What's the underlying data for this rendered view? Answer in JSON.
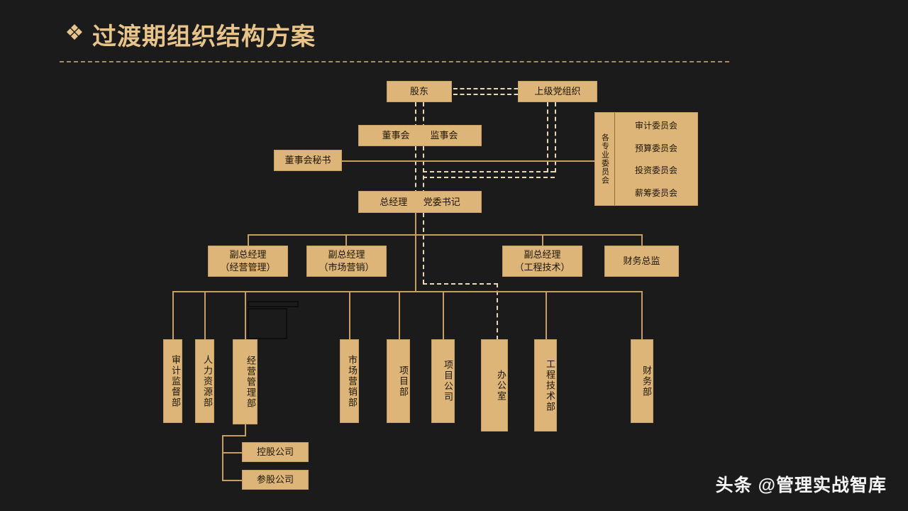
{
  "header": {
    "bullet_icon": "diamond-cluster-icon",
    "bullet_glyph": "❖",
    "title": "过渡期组织结构方案"
  },
  "colors": {
    "background": "#1b1b1b",
    "node_fill": "#ddb578",
    "node_border": "#c79e62",
    "accent_gold": "#e8c48a",
    "line_solid": "#c79e62",
    "line_dashed": "#e8d7b4",
    "text_dark": "#1d1608",
    "watermark": "#f4f4f4"
  },
  "nodes": {
    "shareholders": "股东",
    "superior_party_org": "上级党组织",
    "board_of_directors": "董事会",
    "supervisory_board": "监事会",
    "board_secretary": "董事会秘书",
    "general_manager": "总经理",
    "party_secretary": "党委书记",
    "vp_operations_l1": "副总经理",
    "vp_operations_l2": "（经营管理）",
    "vp_marketing_l1": "副总经理",
    "vp_marketing_l2": "（市场营销）",
    "vp_engineering_l1": "副总经理",
    "vp_engineering_l2": "（工程技术）",
    "cfo": "财务总监",
    "dept_audit": "审计监督部",
    "dept_hr": "人力资源部",
    "dept_operations": "经营管理部",
    "dept_marketing": "市场营销部",
    "dept_project": "项目部",
    "project_company": "项目公司",
    "dept_office": "办公室",
    "dept_engineering": "工程技术部",
    "dept_finance": "财务部",
    "holding_company": "控股公司",
    "equity_company": "参股公司"
  },
  "committees": {
    "group_label": "各专业委员会",
    "items": [
      "审计委员会",
      "预算委员会",
      "投资委员会",
      "薪筹委员会"
    ]
  },
  "watermark": {
    "brand": "头条",
    "handle": "@管理实战智库"
  },
  "chart_data": {
    "type": "table",
    "title": "过渡期组织结构方案",
    "levels": [
      {
        "level": 1,
        "nodes": [
          "股东",
          "上级党组织"
        ]
      },
      {
        "level": 2,
        "nodes": [
          "董事会",
          "监事会",
          "各专业委员会"
        ]
      },
      {
        "level": 3,
        "nodes": [
          "董事会秘书"
        ]
      },
      {
        "level": 4,
        "nodes": [
          "总经理",
          "党委书记"
        ]
      },
      {
        "level": 5,
        "nodes": [
          "副总经理（经营管理）",
          "副总经理（市场营销）",
          "副总经理（工程技术）",
          "财务总监"
        ]
      },
      {
        "level": 6,
        "nodes": [
          "审计监督部",
          "人力资源部",
          "经营管理部",
          "市场营销部",
          "项目部",
          "项目公司",
          "办公室",
          "工程技术部",
          "财务部"
        ]
      },
      {
        "level": 7,
        "nodes": [
          "控股公司",
          "参股公司"
        ]
      }
    ]
  }
}
